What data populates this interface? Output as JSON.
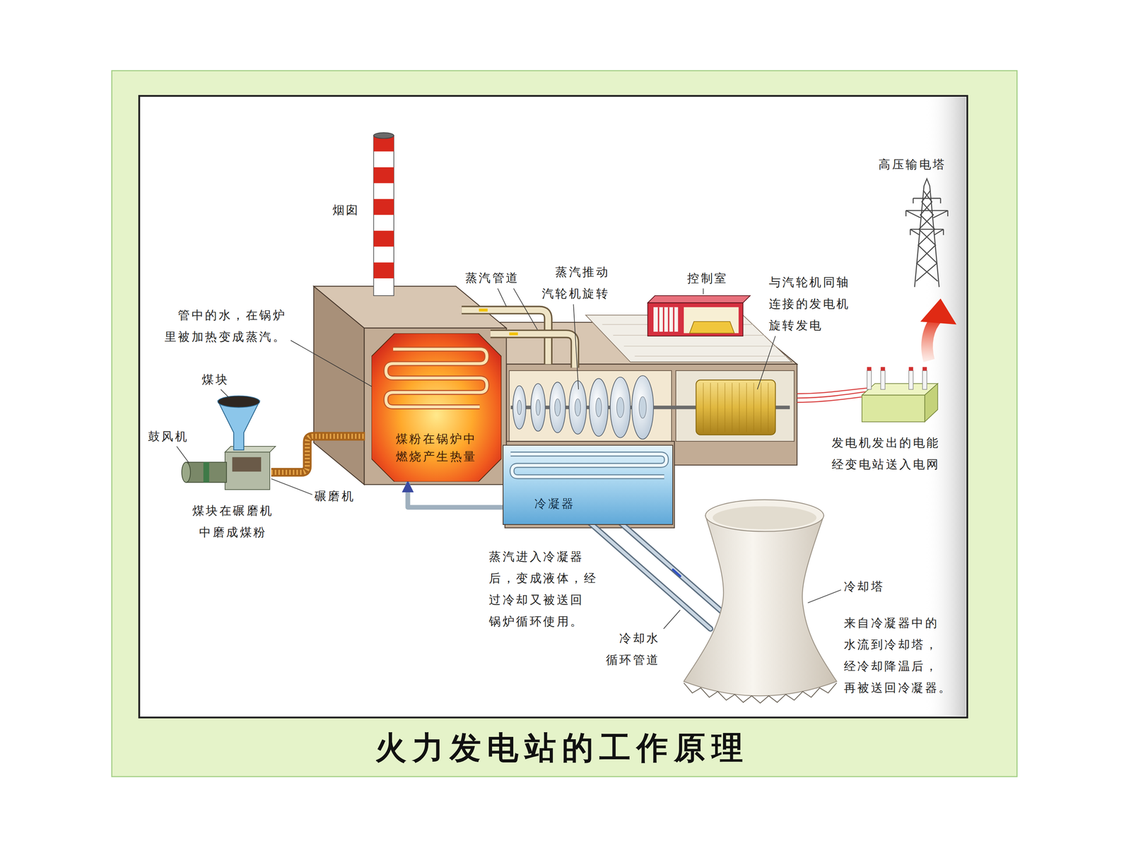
{
  "diagram": {
    "title": "火力发电站的工作原理",
    "nodes": [
      {
        "text": [
          "煤粉在锅炉中 燃烧产生热量"
        ]
      },
      {
        "text": [
          "冷凝器"
        ]
      }
    ],
    "edges": [
      {
        "from": 1,
        "to": 0,
        "arrow": "to"
      }
    ],
    "labels": [
      "烟囱",
      "管中的水，在锅炉 里被加热变成蒸汽。",
      "煤块",
      "鼓风机",
      "煤块在碾磨机 中磨成煤粉",
      "碾磨机",
      "蒸汽管道",
      "蒸汽推动 汽轮机旋转",
      "控制室",
      "与汽轮机同轴 连接的发电机 旋转发电",
      "高压输电塔",
      "发电机发出的电能 经变电站送入电网",
      "蒸汽进入冷凝器 后，变成液体，经 过冷却又被送回 锅炉循环使用。",
      "冷却水 循环管道",
      "冷却塔",
      "来自冷凝器中的 水流到冷却塔， 经冷却降温后， 再被送回冷凝器。"
    ]
  }
}
